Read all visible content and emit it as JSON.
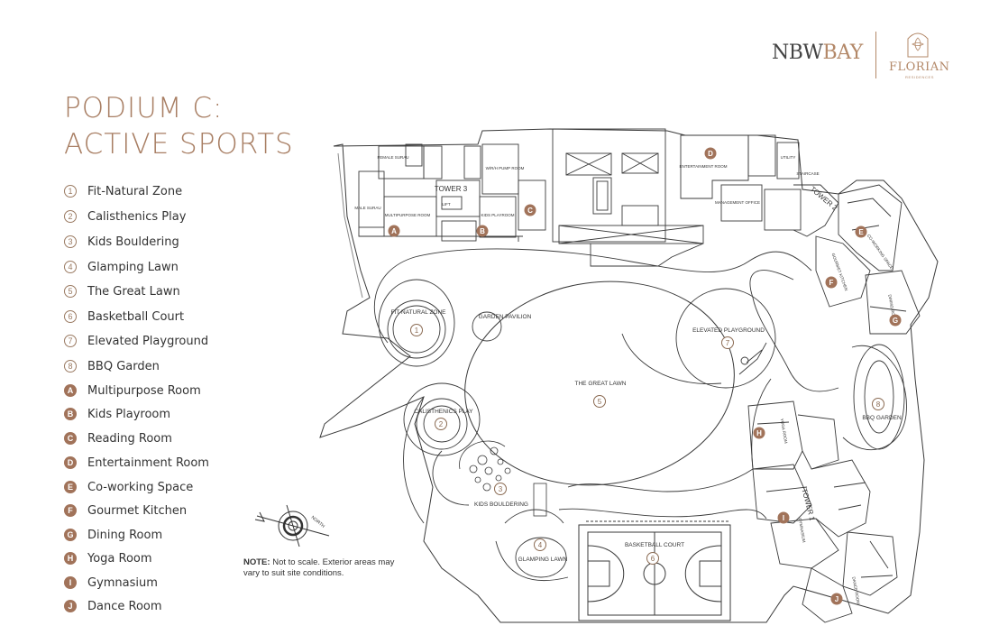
{
  "title": {
    "line1": "PODIUM C:",
    "line2": "ACTIVE SPORTS"
  },
  "brand": {
    "nbw": "NBW",
    "bay": "BAY",
    "florian": "FLORIAN",
    "residences": "RESIDENCES"
  },
  "legend": [
    {
      "marker": "1",
      "label": "Fit-Natural Zone",
      "kind": "num"
    },
    {
      "marker": "2",
      "label": "Calisthenics Play",
      "kind": "num"
    },
    {
      "marker": "3",
      "label": "Kids Bouldering",
      "kind": "num"
    },
    {
      "marker": "4",
      "label": "Glamping Lawn",
      "kind": "num"
    },
    {
      "marker": "5",
      "label": "The Great Lawn",
      "kind": "num"
    },
    {
      "marker": "6",
      "label": "Basketball Court",
      "kind": "num"
    },
    {
      "marker": "7",
      "label": "Elevated Playground",
      "kind": "num"
    },
    {
      "marker": "8",
      "label": "BBQ Garden",
      "kind": "num"
    },
    {
      "marker": "A",
      "label": "Multipurpose Room",
      "kind": "let"
    },
    {
      "marker": "B",
      "label": "Kids Playroom",
      "kind": "let"
    },
    {
      "marker": "C",
      "label": "Reading Room",
      "kind": "let"
    },
    {
      "marker": "D",
      "label": "Entertainment Room",
      "kind": "let"
    },
    {
      "marker": "E",
      "label": "Co-working Space",
      "kind": "let"
    },
    {
      "marker": "F",
      "label": "Gourmet Kitchen",
      "kind": "let"
    },
    {
      "marker": "G",
      "label": "Dining Room",
      "kind": "let"
    },
    {
      "marker": "H",
      "label": "Yoga Room",
      "kind": "let"
    },
    {
      "marker": "I",
      "label": "Gymnasium",
      "kind": "let"
    },
    {
      "marker": "J",
      "label": "Dance Room",
      "kind": "let"
    }
  ],
  "note": {
    "bold": "NOTE:",
    "text": "Not to scale. Exterior areas may vary to suit site conditions."
  },
  "compass": {
    "label": "NORTH"
  },
  "plan_labels": {
    "fit_natural": "FIT-NATURAL ZONE",
    "garden_pavilion": "GARDEN PAVILION",
    "elevated_playground": "ELEVATED PLAYGROUND",
    "great_lawn": "THE GREAT LAWN",
    "calisthenics": "CALISTHENICS PLAY",
    "bbq_garden": "BBQ GARDEN",
    "kids_bouldering": "KIDS BOULDERING",
    "glamping_lawn": "GLAMPING LAWN",
    "basketball_court": "BASKETBALL COURT",
    "tower3": "TOWER 3",
    "tower2": "TOWER 2",
    "tower1": "TOWER 1",
    "female_surau": "FEMALE SURAU",
    "male_surau": "MALE SURAU",
    "multipurpose": "MULTIPURPOSE ROOM",
    "kids_playroom": "KIDS PLAYROOM",
    "wr_pump": "W/R/H PUMP ROOM",
    "entertainment": "ENTERTAINMENT ROOM",
    "management": "MANAGEMENT OFFICE",
    "utility": "UTILITY",
    "lift": "LIFT",
    "staircase": "STAIRCASE",
    "coworking": "CO-WORKING SPACE",
    "gourmet": "GOURMET KITCHEN",
    "dining": "DINING ROOM",
    "yoga": "YOGA ROOM",
    "dance": "DANCE ROOM",
    "gymnasium": "GYMNASIUM"
  },
  "plan_markers": {
    "n1": "1",
    "n2": "2",
    "n3": "3",
    "n4": "4",
    "n5": "5",
    "n6": "6",
    "n7": "7",
    "n8": "8",
    "A": "A",
    "B": "B",
    "C": "C",
    "D": "D",
    "E": "E",
    "F": "F",
    "G": "G",
    "H": "H",
    "I": "I",
    "J": "J"
  },
  "colors": {
    "accent": "#a87e63",
    "marker_fill": "#a1735a",
    "line": "#3a3a3a"
  }
}
